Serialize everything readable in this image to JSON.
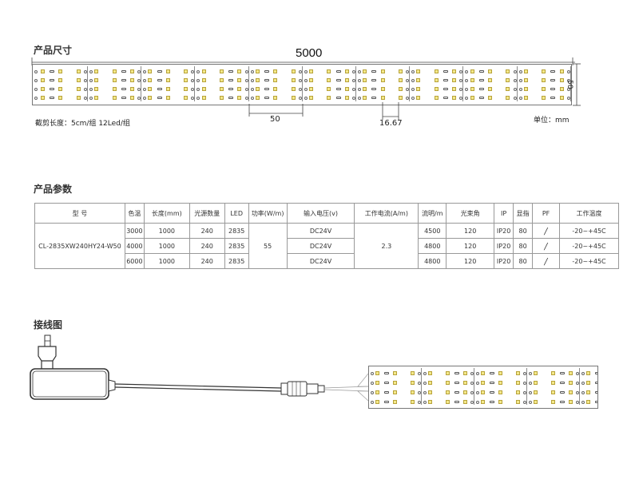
{
  "sections": {
    "dimensions": "产品尺寸",
    "params": "产品参数",
    "wiring": "接线图"
  },
  "dims": {
    "length": "5000",
    "width": "50",
    "cut_spacing": "50",
    "led_spacing": "16.67",
    "cut_note": "截剪长度：5cm/组  12Led/组",
    "unit": "单位：mm"
  },
  "table": {
    "headers": [
      "型 号",
      "色温",
      "长度(mm)",
      "光源数量",
      "LED",
      "功率(W/m)",
      "输入电压(v)",
      "工作电流(A/m)",
      "流明/m",
      "光束角",
      "IP",
      "显指",
      "PF",
      "工作温度"
    ],
    "model": "CL-2835XW240HY24-W50",
    "power": "55",
    "current": "2.3",
    "rows": [
      {
        "cct": "3000",
        "length": "1000",
        "qty": "240",
        "led": "2835",
        "voltage": "DC24V",
        "lumen": "4500",
        "beam": "120",
        "ip": "IP20",
        "cri": "80",
        "pf": "/",
        "temp": "-20~+45C"
      },
      {
        "cct": "4000",
        "length": "1000",
        "qty": "240",
        "led": "2835",
        "voltage": "DC24V",
        "lumen": "4800",
        "beam": "120",
        "ip": "IP20",
        "cri": "80",
        "pf": "/",
        "temp": "-20~+45C"
      },
      {
        "cct": "6000",
        "length": "1000",
        "qty": "240",
        "led": "2835",
        "voltage": "DC24V",
        "lumen": "4800",
        "beam": "120",
        "ip": "IP20",
        "cri": "80",
        "pf": "/",
        "temp": "-20~+45C"
      }
    ]
  },
  "colors": {
    "led_fill": "#f4e98a",
    "led_border": "#b7a23a",
    "line": "#333333"
  }
}
